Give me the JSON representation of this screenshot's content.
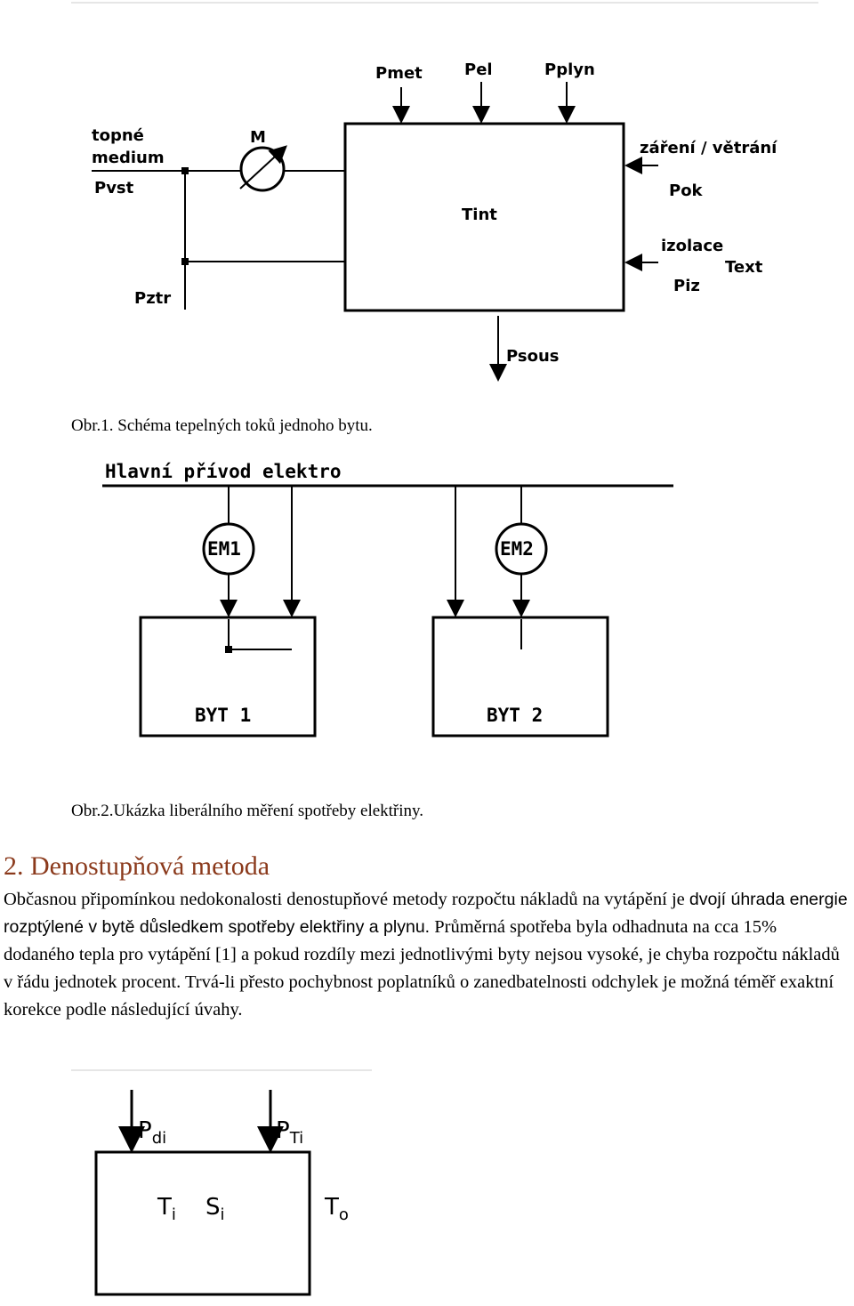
{
  "figure1": {
    "labels": {
      "pmet": "Pmet",
      "pel": "Pel",
      "pplyn": "Pplyn",
      "topne": "topné",
      "medium": "medium",
      "pvst": "Pvst",
      "m": "M",
      "tint": "Tint",
      "zareni": "záření / větrání",
      "pok": "Pok",
      "izolace": "izolace",
      "text": "Text",
      "piz": "Piz",
      "pztr": "Pztr",
      "psous": "Psous"
    },
    "caption": "Obr.1. Schéma tepelných toků jednoho bytu."
  },
  "figure2": {
    "labels": {
      "main": "Hlavní přívod elektro",
      "em1": "EM1",
      "em2": "EM2",
      "byt1": "BYT 1",
      "byt2": "BYT 2"
    },
    "caption": "Obr.2.Ukázka liberálního měření spotřeby elektřiny."
  },
  "section": {
    "heading": "2. Denostupňová metoda",
    "para_serif_1": "Občasnou připomínkou nedokonalosti denostupňové metody rozpočtu nákladů na vytápění je",
    "para_sans_1": "dvojí úhrada energie rozptýlené v bytě důsledkem spotřeby elektřiny a plynu.",
    "para_serif_2": " Průměrná spotřeba byla odhadnuta na cca 15% dodaného tepla pro vytápění [1] a pokud rozdíly mezi jednotlivými byty nejsou vysoké, je chyba rozpočtu nákladů v řádu jednotek procent. Trvá-li přesto pochybnost poplatníků o zanedbatelnosti odchylek je možná téměř exaktní korekce podle následující úvahy."
  },
  "figure3": {
    "labels": {
      "p": "P",
      "di": "di",
      "ti_sub": "Ti",
      "t": "T",
      "i": "i",
      "s": "S",
      "o": "o"
    }
  }
}
